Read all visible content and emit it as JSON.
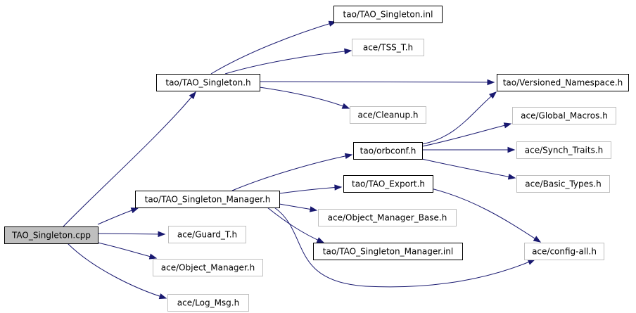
{
  "diagram": {
    "colors": {
      "edge": "#191970",
      "root_fill": "#bfbfbf",
      "external_border": "#bfbfbf",
      "local_border": "#000000"
    },
    "nodes": [
      {
        "id": "tao_singleton_cpp",
        "label": "TAO_Singleton.cpp",
        "style": "root"
      },
      {
        "id": "tao_singleton_h",
        "label": "tao/TAO_Singleton.h",
        "style": "black"
      },
      {
        "id": "tao_singleton_manager_h",
        "label": "tao/TAO_Singleton_Manager.h",
        "style": "black"
      },
      {
        "id": "ace_guard_t_h",
        "label": "ace/Guard_T.h",
        "style": "gray"
      },
      {
        "id": "ace_object_manager_h",
        "label": "ace/Object_Manager.h",
        "style": "gray"
      },
      {
        "id": "ace_log_msg_h",
        "label": "ace/Log_Msg.h",
        "style": "gray"
      },
      {
        "id": "tao_singleton_inl",
        "label": "tao/TAO_Singleton.inl",
        "style": "black"
      },
      {
        "id": "ace_tss_t_h",
        "label": "ace/TSS_T.h",
        "style": "gray"
      },
      {
        "id": "ace_cleanup_h",
        "label": "ace/Cleanup.h",
        "style": "gray"
      },
      {
        "id": "tao_orbconf_h",
        "label": "tao/orbconf.h",
        "style": "black"
      },
      {
        "id": "tao_tao_export_h",
        "label": "tao/TAO_Export.h",
        "style": "black"
      },
      {
        "id": "ace_object_manager_base_h",
        "label": "ace/Object_Manager_Base.h",
        "style": "gray"
      },
      {
        "id": "tao_singleton_manager_inl",
        "label": "tao/TAO_Singleton_Manager.inl",
        "style": "black"
      },
      {
        "id": "tao_versioned_namespace_h",
        "label": "tao/Versioned_Namespace.h",
        "style": "black"
      },
      {
        "id": "ace_global_macros_h",
        "label": "ace/Global_Macros.h",
        "style": "gray"
      },
      {
        "id": "ace_synch_traits_h",
        "label": "ace/Synch_Traits.h",
        "style": "gray"
      },
      {
        "id": "ace_basic_types_h",
        "label": "ace/Basic_Types.h",
        "style": "gray"
      },
      {
        "id": "ace_config_all_h",
        "label": "ace/config-all.h",
        "style": "gray"
      }
    ],
    "edges": [
      [
        "tao_singleton_cpp",
        "tao_singleton_h"
      ],
      [
        "tao_singleton_cpp",
        "tao_singleton_manager_h"
      ],
      [
        "tao_singleton_cpp",
        "ace_guard_t_h"
      ],
      [
        "tao_singleton_cpp",
        "ace_object_manager_h"
      ],
      [
        "tao_singleton_cpp",
        "ace_log_msg_h"
      ],
      [
        "tao_singleton_h",
        "tao_singleton_inl"
      ],
      [
        "tao_singleton_h",
        "ace_tss_t_h"
      ],
      [
        "tao_singleton_h",
        "tao_versioned_namespace_h"
      ],
      [
        "tao_singleton_h",
        "ace_cleanup_h"
      ],
      [
        "tao_singleton_manager_h",
        "tao_orbconf_h"
      ],
      [
        "tao_singleton_manager_h",
        "tao_tao_export_h"
      ],
      [
        "tao_singleton_manager_h",
        "ace_object_manager_base_h"
      ],
      [
        "tao_singleton_manager_h",
        "tao_singleton_manager_inl"
      ],
      [
        "tao_singleton_manager_h",
        "ace_config_all_h"
      ],
      [
        "tao_orbconf_h",
        "tao_versioned_namespace_h"
      ],
      [
        "tao_orbconf_h",
        "ace_global_macros_h"
      ],
      [
        "tao_orbconf_h",
        "ace_synch_traits_h"
      ],
      [
        "tao_orbconf_h",
        "ace_basic_types_h"
      ],
      [
        "tao_tao_export_h",
        "ace_config_all_h"
      ]
    ]
  }
}
